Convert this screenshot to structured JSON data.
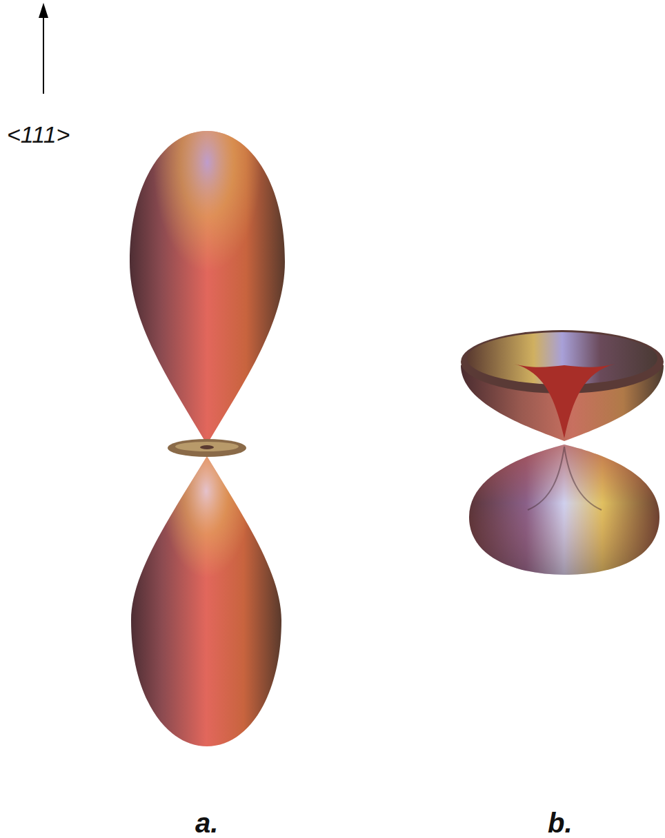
{
  "diagram": {
    "labels": [
      "<111>",
      "a.",
      "b."
    ]
  }
}
